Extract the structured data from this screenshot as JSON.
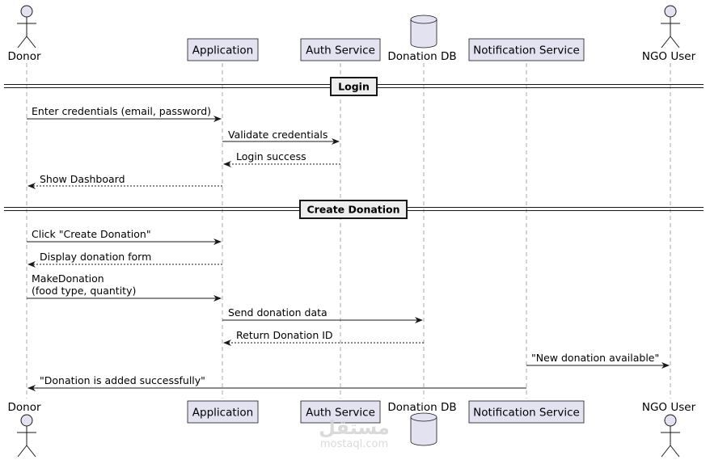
{
  "participants": {
    "donor": "Donor",
    "application": "Application",
    "auth": "Auth Service",
    "db": "Donation DB",
    "notification": "Notification Service",
    "ngo": "NGO User"
  },
  "sections": {
    "login": "Login",
    "create_donation": "Create Donation"
  },
  "messages": [
    {
      "text": "Enter credentials (email, password)",
      "from": "donor",
      "to": "application",
      "style": "solid"
    },
    {
      "text": "Validate credentials",
      "from": "application",
      "to": "auth",
      "style": "solid"
    },
    {
      "text": "Login success",
      "from": "auth",
      "to": "application",
      "style": "dashed"
    },
    {
      "text": "Show Dashboard",
      "from": "application",
      "to": "donor",
      "style": "dashed"
    },
    {
      "text": "Click \"Create Donation\"",
      "from": "donor",
      "to": "application",
      "style": "solid"
    },
    {
      "text": "Display donation form",
      "from": "application",
      "to": "donor",
      "style": "dashed"
    },
    {
      "text": "MakeDonation",
      "text2": "(food type, quantity)",
      "from": "donor",
      "to": "application",
      "style": "solid"
    },
    {
      "text": "Send donation data",
      "from": "application",
      "to": "db",
      "style": "solid"
    },
    {
      "text": "Return Donation ID",
      "from": "db",
      "to": "application",
      "style": "dashed"
    },
    {
      "text": "\"New donation available\"",
      "from": "notification",
      "to": "ngo",
      "style": "solid"
    },
    {
      "text": "\"Donation is added successfully\"",
      "from": "notification",
      "to": "donor",
      "style": "solid"
    }
  ],
  "watermark": {
    "arabic": "مستقل",
    "latin": "mostaql.com"
  }
}
